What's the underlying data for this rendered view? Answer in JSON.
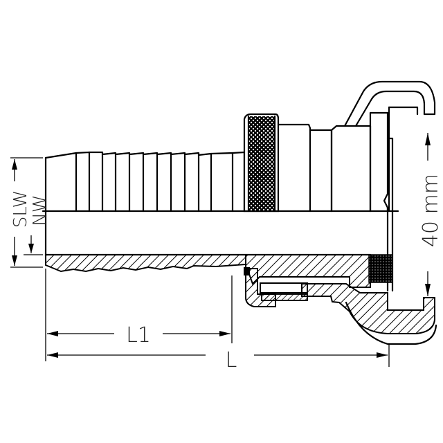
{
  "drawing": {
    "subject": "Claw coupling with barbed hose tail and knurled nut (half-section technical drawing)",
    "stroke_color": "#000000",
    "background_color": "#ffffff"
  },
  "dimensions": {
    "slw_label": "SLW",
    "nw_label": "NW",
    "diameter_label": "40 mm",
    "l1_label": "L1",
    "l_label": "L"
  }
}
